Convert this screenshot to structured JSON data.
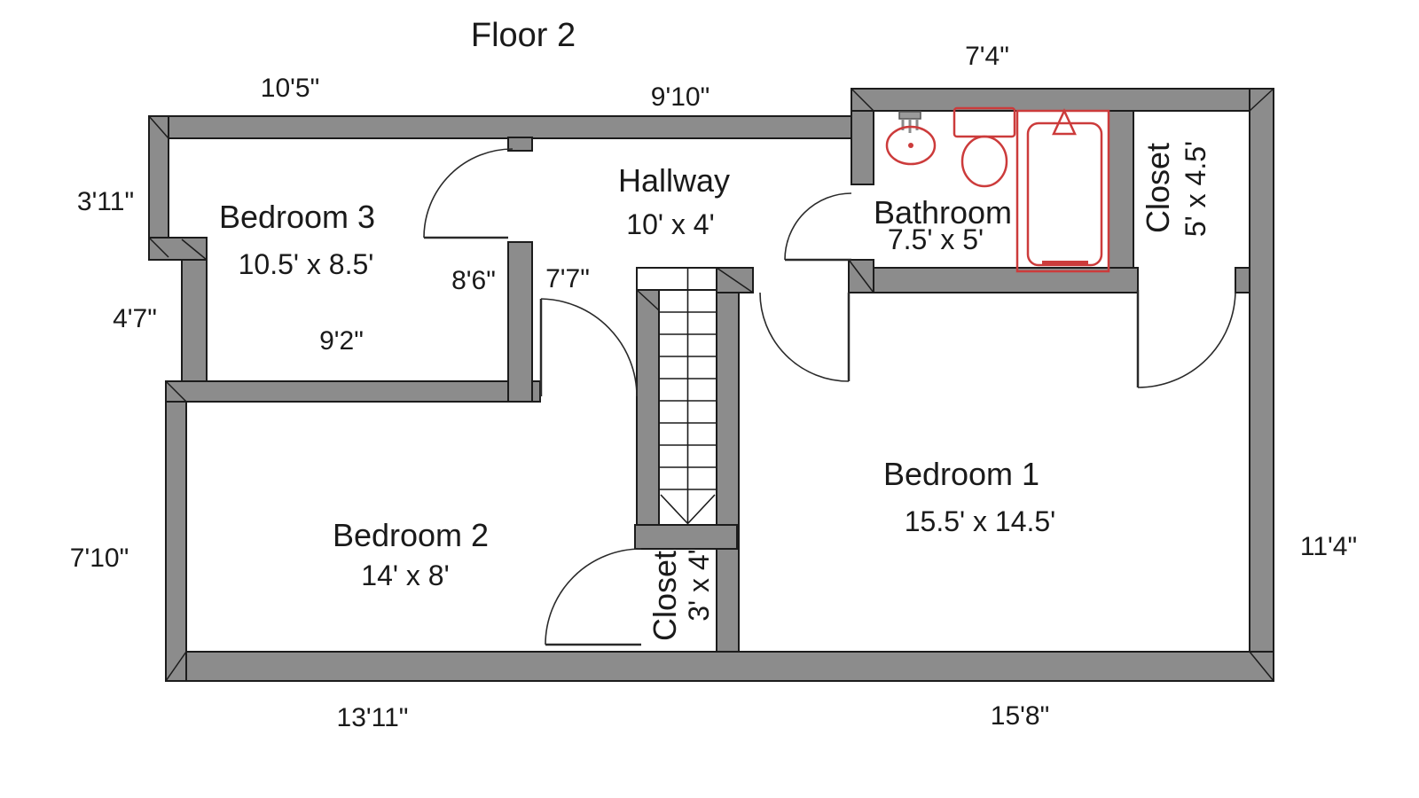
{
  "title": "Floor 2",
  "colors": {
    "background": "#ffffff",
    "wall_fill": "#8c8c8c",
    "wall_outline": "#1c1c1c",
    "bevel": "#a5a5a5",
    "fixture_red": "#cc3b3b",
    "text": "#1a1a1a"
  },
  "rooms": {
    "bedroom3": {
      "name": "Bedroom 3",
      "size": "10.5' x 8.5'"
    },
    "bedroom2": {
      "name": "Bedroom 2",
      "size": "14' x 8'"
    },
    "bedroom1": {
      "name": "Bedroom 1",
      "size": "15.5' x 14.5'"
    },
    "hallway": {
      "name": "Hallway",
      "size": "10' x 4'"
    },
    "bathroom": {
      "name": "Bathroom",
      "size": "7.5' x 5'"
    },
    "closet_upper": {
      "name": "Closet",
      "size": "5' x 4.5'"
    },
    "closet_lower": {
      "name": "Closet",
      "size": "3' x 4'"
    }
  },
  "dims": {
    "top_left": "10'5\"",
    "top_middle": "9'10\"",
    "top_bathroom": "7'4\"",
    "left_upper": "3'11\"",
    "left_mid": "4'7\"",
    "left_lower": "7'10\"",
    "right_side": "11'4\"",
    "bottom_left": "13'11\"",
    "bottom_right": "15'8\"",
    "bedroom3_inner": "9'2\"",
    "bedroom3_wall": "8'6\"",
    "hallway_door": "7'7\""
  },
  "fixtures": {
    "sink": "sink-icon",
    "toilet": "toilet-icon",
    "bathtub": "bathtub-icon",
    "stairs": "stairs-icon"
  }
}
